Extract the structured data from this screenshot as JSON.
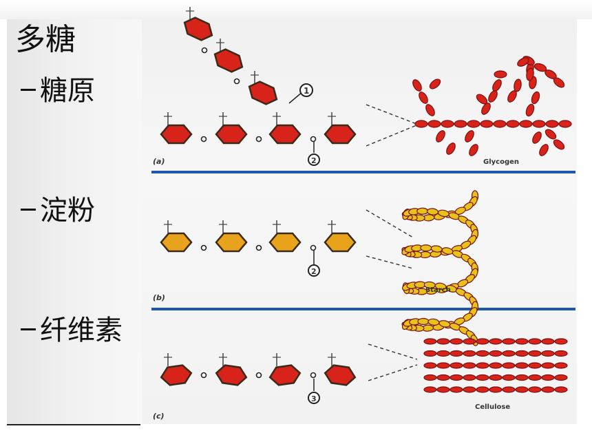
{
  "heading": "多糖",
  "bullets": [
    {
      "text": "糖原"
    },
    {
      "text": "淀粉"
    },
    {
      "text": "纤维素"
    }
  ],
  "panels": [
    {
      "letter": "(a)",
      "label": "Glycogen",
      "marker_top": "1",
      "marker_bottom": "2",
      "ring_color": "#d8231a"
    },
    {
      "letter": "(b)",
      "label": "Starch",
      "marker_bottom": "2",
      "ring_color": "#e8a21c"
    },
    {
      "letter": "(c)",
      "label": "Cellulose",
      "marker_bottom": "3",
      "ring_color": "#d8231a"
    }
  ],
  "colors": {
    "divider": "#1f57b0",
    "glucose_red": "#d8231a",
    "glucose_orange": "#e8a21c",
    "starch_bead": "#e6c21a"
  }
}
